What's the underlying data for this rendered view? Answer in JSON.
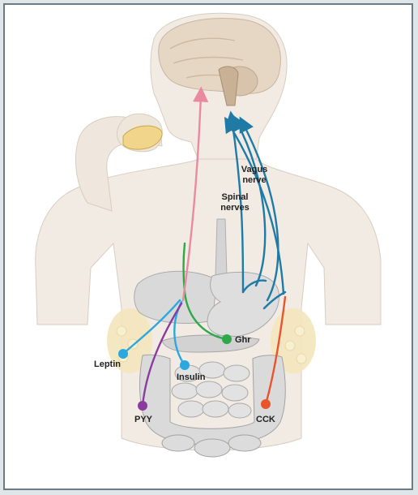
{
  "labels": {
    "vagus_line1": "Vagus",
    "vagus_line2": "nerve",
    "spinal_line1": "Spinal",
    "spinal_line2": "nerves",
    "ghr": "Ghr",
    "leptin": "Leptin",
    "insulin": "Insulin",
    "pyy": "PYY",
    "cck": "CCK"
  },
  "colors": {
    "skin": "#f1ebe3",
    "skin_edge": "#d8cdbf",
    "brain": "#e6d7c4",
    "organ": "#dcdcdc",
    "organ_edge": "#a9a9a9",
    "fat": "#f3e6bb",
    "vagus_blue": "#1f7aa6",
    "pink": "#e98aa0",
    "green": "#2fa84a",
    "cyan": "#2aa8df",
    "purple": "#8a3c9e",
    "orange": "#e8542c",
    "bread": "#f0d58a"
  },
  "icons": {
    "signal_dot": "circle-dot",
    "nerve_arrow": "arrowhead"
  }
}
